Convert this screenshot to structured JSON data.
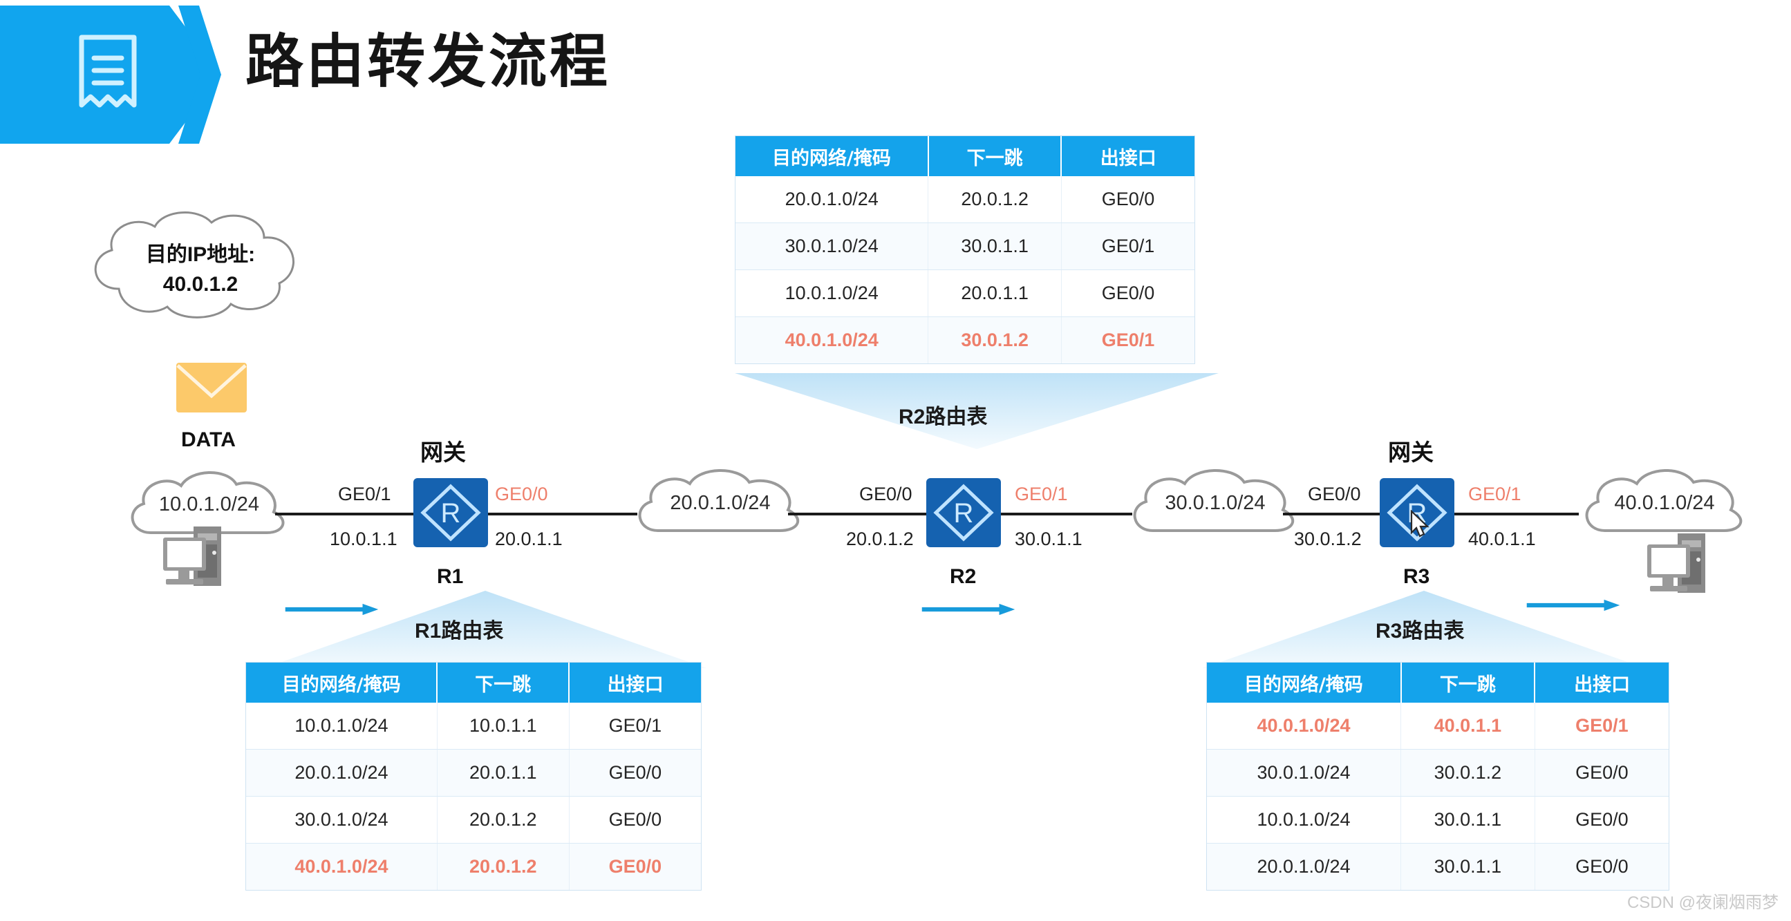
{
  "header": {
    "title": "路由转发流程",
    "icon": "document-list-icon"
  },
  "thought_cloud": {
    "line1": "目的IP地址:",
    "line2": "40.0.1.2"
  },
  "packet": {
    "label": "DATA",
    "icon": "envelope-icon",
    "color": "#FCC96A"
  },
  "colors": {
    "banner_blue": "#11A5EE",
    "table_header_blue": "#14A3EB",
    "router_blue": "#1562B0",
    "highlight_orange": "#EE7F6B",
    "arrow_blue": "#179BDB",
    "callout_blue": "#D3EAF8"
  },
  "topology": {
    "clouds": [
      {
        "name": "cloud-10",
        "label": "10.0.1.0/24"
      },
      {
        "name": "cloud-20",
        "label": "20.0.1.0/24"
      },
      {
        "name": "cloud-30",
        "label": "30.0.1.0/24"
      },
      {
        "name": "cloud-40",
        "label": "40.0.1.0/24"
      }
    ],
    "routers": [
      {
        "name": "R1",
        "gateway_label": "网关",
        "left_iface": "GE0/1",
        "left_ip": "10.0.1.1",
        "right_iface": "GE0/0",
        "right_ip": "20.0.1.1",
        "right_iface_highlight": true
      },
      {
        "name": "R2",
        "gateway_label": "",
        "left_iface": "GE0/0",
        "left_ip": "20.0.1.2",
        "right_iface": "GE0/1",
        "right_ip": "30.0.1.1",
        "right_iface_highlight": true
      },
      {
        "name": "R3",
        "gateway_label": "网关",
        "left_iface": "GE0/0",
        "left_ip": "30.0.1.2",
        "right_iface": "GE0/1",
        "right_ip": "40.0.1.1",
        "right_iface_highlight": true
      }
    ]
  },
  "tables": {
    "columns": [
      "目的网络/掩码",
      "下一跳",
      "出接口"
    ],
    "r1": {
      "caption": "R1路由表",
      "rows": [
        {
          "dest": "10.0.1.0/24",
          "nexthop": "10.0.1.1",
          "iface": "GE0/1",
          "highlight": false
        },
        {
          "dest": "20.0.1.0/24",
          "nexthop": "20.0.1.1",
          "iface": "GE0/0",
          "highlight": false
        },
        {
          "dest": "30.0.1.0/24",
          "nexthop": "20.0.1.2",
          "iface": "GE0/0",
          "highlight": false
        },
        {
          "dest": "40.0.1.0/24",
          "nexthop": "20.0.1.2",
          "iface": "GE0/0",
          "highlight": true
        }
      ]
    },
    "r2": {
      "caption": "R2路由表",
      "rows": [
        {
          "dest": "20.0.1.0/24",
          "nexthop": "20.0.1.2",
          "iface": "GE0/0",
          "highlight": false
        },
        {
          "dest": "30.0.1.0/24",
          "nexthop": "30.0.1.1",
          "iface": "GE0/1",
          "highlight": false
        },
        {
          "dest": "10.0.1.0/24",
          "nexthop": "20.0.1.1",
          "iface": "GE0/0",
          "highlight": false
        },
        {
          "dest": "40.0.1.0/24",
          "nexthop": "30.0.1.2",
          "iface": "GE0/1",
          "highlight": true
        }
      ]
    },
    "r3": {
      "caption": "R3路由表",
      "rows": [
        {
          "dest": "40.0.1.0/24",
          "nexthop": "40.0.1.1",
          "iface": "GE0/1",
          "highlight": true
        },
        {
          "dest": "30.0.1.0/24",
          "nexthop": "30.0.1.2",
          "iface": "GE0/0",
          "highlight": false
        },
        {
          "dest": "10.0.1.0/24",
          "nexthop": "30.0.1.1",
          "iface": "GE0/0",
          "highlight": false
        },
        {
          "dest": "20.0.1.0/24",
          "nexthop": "30.0.1.1",
          "iface": "GE0/0",
          "highlight": false
        }
      ]
    }
  },
  "watermark": "CSDN @夜阑烟雨梦"
}
